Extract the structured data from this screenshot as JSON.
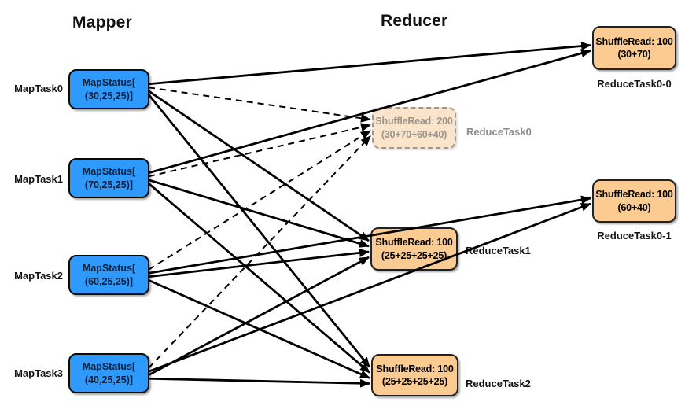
{
  "titles": {
    "mapper": "Mapper",
    "reducer": "Reducer"
  },
  "map_tasks": [
    {
      "id": "map0",
      "label": "MapTask0",
      "box_line1": "MapStatus[",
      "box_line2": "(30,25,25)]"
    },
    {
      "id": "map1",
      "label": "MapTask1",
      "box_line1": "MapStatus[",
      "box_line2": "(70,25,25)]"
    },
    {
      "id": "map2",
      "label": "MapTask2",
      "box_line1": "MapStatus[",
      "box_line2": "(60,25,25)]"
    },
    {
      "id": "map3",
      "label": "MapTask3",
      "box_line1": "MapStatus[",
      "box_line2": "(40,25,25)]"
    }
  ],
  "reduce_tasks": [
    {
      "id": "reduce0-0",
      "label": "ReduceTask0-0",
      "box_line1": "ShuffleRead: 100",
      "box_line2": "(30+70)",
      "state": "active"
    },
    {
      "id": "reduce0",
      "label": "ReduceTask0",
      "box_line1": "ShuffleRead: 200",
      "box_line2": "(30+70+60+40)",
      "state": "faded"
    },
    {
      "id": "reduce0-1",
      "label": "ReduceTask0-1",
      "box_line1": "ShuffleRead: 100",
      "box_line2": "(60+40)",
      "state": "active"
    },
    {
      "id": "reduce1",
      "label": "ReduceTask1",
      "box_line1": "ShuffleRead: 100",
      "box_line2": "(25+25+25+25)",
      "state": "active"
    },
    {
      "id": "reduce2",
      "label": "ReduceTask2",
      "box_line1": "ShuffleRead: 100",
      "box_line2": "(25+25+25+25)",
      "state": "active"
    }
  ],
  "edges": [
    {
      "from": "map0",
      "to": "reduce0-0",
      "style": "solid"
    },
    {
      "from": "map1",
      "to": "reduce0-0",
      "style": "solid"
    },
    {
      "from": "map2",
      "to": "reduce0-1",
      "style": "solid"
    },
    {
      "from": "map3",
      "to": "reduce0-1",
      "style": "solid"
    },
    {
      "from": "map0",
      "to": "reduce1",
      "style": "solid"
    },
    {
      "from": "map1",
      "to": "reduce1",
      "style": "solid"
    },
    {
      "from": "map2",
      "to": "reduce1",
      "style": "solid"
    },
    {
      "from": "map3",
      "to": "reduce1",
      "style": "solid"
    },
    {
      "from": "map0",
      "to": "reduce2",
      "style": "solid"
    },
    {
      "from": "map1",
      "to": "reduce2",
      "style": "solid"
    },
    {
      "from": "map2",
      "to": "reduce2",
      "style": "solid"
    },
    {
      "from": "map3",
      "to": "reduce2",
      "style": "solid"
    },
    {
      "from": "map0",
      "to": "reduce0",
      "style": "dashed"
    },
    {
      "from": "map1",
      "to": "reduce0",
      "style": "dashed"
    },
    {
      "from": "map2",
      "to": "reduce0",
      "style": "dashed"
    },
    {
      "from": "map3",
      "to": "reduce0",
      "style": "dashed"
    }
  ],
  "colors": {
    "map_fill": "#2E9AFD",
    "reduce_fill": "#FBCB92",
    "faded_fill": "#FAE5CB",
    "edge_color": "#000000",
    "faded_text": "#9C948A",
    "faded_label": "#8C8C8C"
  }
}
